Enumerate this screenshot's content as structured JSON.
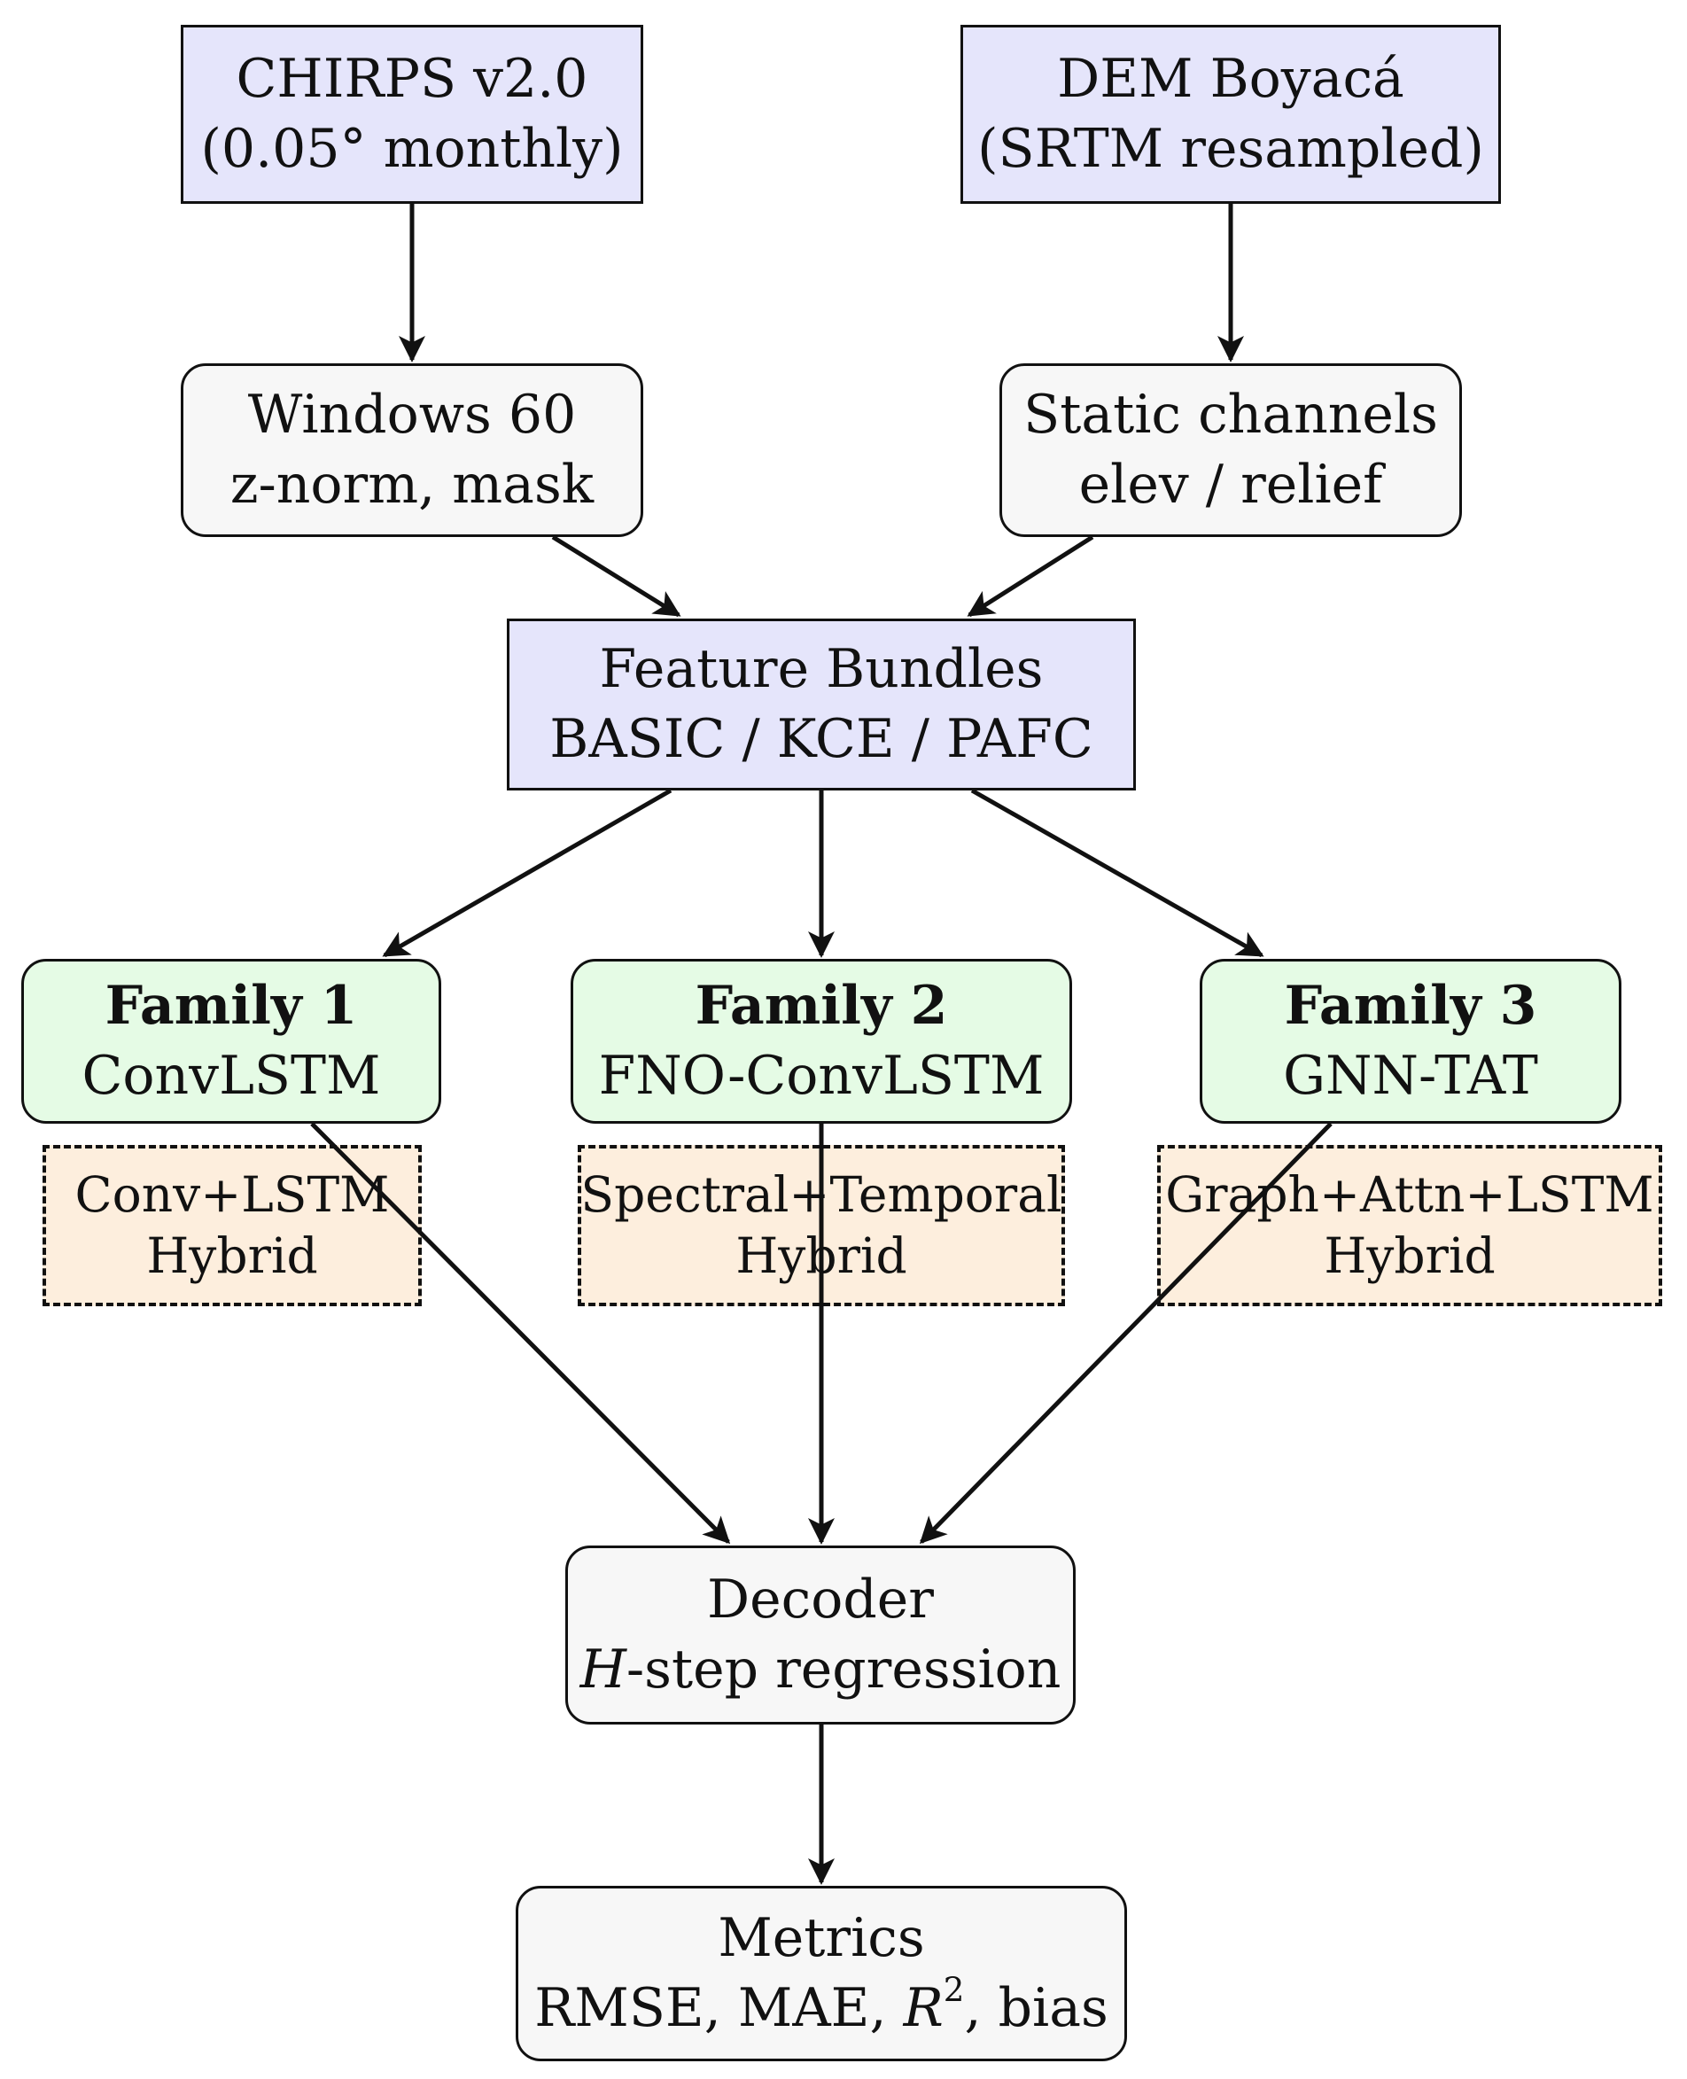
{
  "diagram": {
    "chirps": {
      "line1": "CHIRPS v2.0",
      "line2": "(0.05° monthly)"
    },
    "dem": {
      "line1": "DEM Boyacá",
      "line2": "(SRTM resampled)"
    },
    "windows": {
      "line1": "Windows 60",
      "line2": "z-norm, mask"
    },
    "static": {
      "line1": "Static channels",
      "line2": "elev / relief"
    },
    "bundles": {
      "line1": "Feature Bundles",
      "line2": "BASIC / KCE / PAFC"
    },
    "family1": {
      "title": "Family 1",
      "model": "ConvLSTM",
      "hybrid_line1": "Conv+LSTM",
      "hybrid_line2": "Hybrid"
    },
    "family2": {
      "title": "Family 2",
      "model": "FNO-ConvLSTM",
      "hybrid_line1": "Spectral+Temporal",
      "hybrid_line2": "Hybrid"
    },
    "family3": {
      "title": "Family 3",
      "model": "GNN-TAT",
      "hybrid_line1": "Graph+Attn+LSTM",
      "hybrid_line2": "Hybrid"
    },
    "decoder": {
      "line1": "Decoder",
      "line2_var": "H",
      "line2_rest": "-step regression"
    },
    "metrics": {
      "line1": "Metrics",
      "line2_a": "RMSE, MAE, ",
      "line2_var": "R",
      "line2_sup": "2",
      "line2_b": ", bias"
    }
  }
}
